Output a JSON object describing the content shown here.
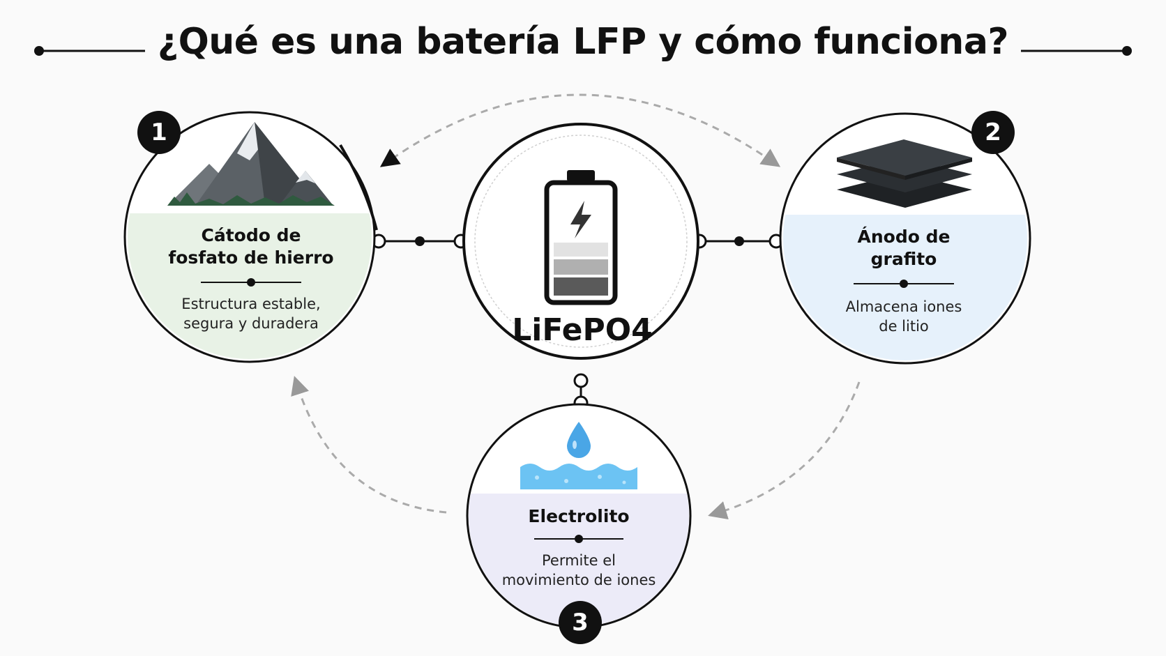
{
  "title": "¿Qué es una batería LFP y cómo funciona?",
  "center": {
    "label": "LiFePO4",
    "icon": "battery-icon"
  },
  "components": [
    {
      "number": "1",
      "title_line1": "Cátodo de",
      "title_line2": "fosfato de hierro",
      "desc_line1": "Estructura estable,",
      "desc_line2": "segura y duradera",
      "icon": "mountain-icon",
      "panel_color": "#e8f2e6"
    },
    {
      "number": "2",
      "title_line1": "Ánodo de",
      "title_line2": "grafito",
      "desc_line1": "Almacena iones",
      "desc_line2": "de litio",
      "icon": "graphite-layers-icon",
      "panel_color": "#e6f1fb"
    },
    {
      "number": "3",
      "title_line1": "Electrolito",
      "desc_line1": "Permite el",
      "desc_line2": "movimiento de iones",
      "icon": "water-drop-icon",
      "panel_color": "#ecebf8"
    }
  ]
}
